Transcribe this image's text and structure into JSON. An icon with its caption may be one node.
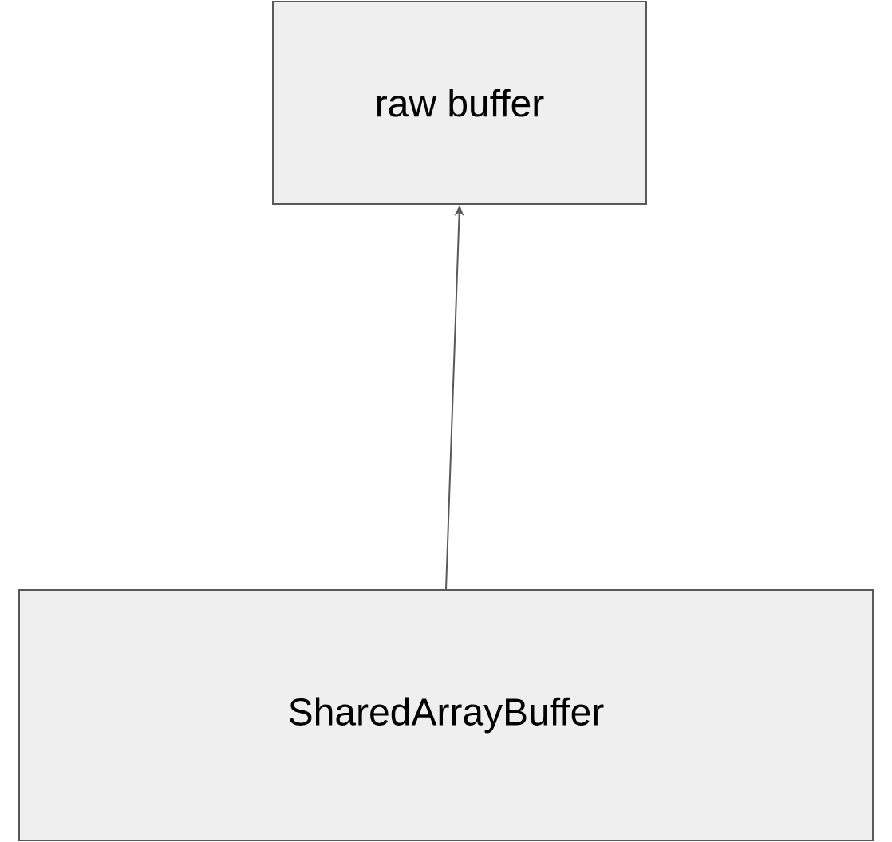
{
  "diagram": {
    "nodes": [
      {
        "text": [
          "raw buffer"
        ]
      },
      {
        "text": [
          "SharedArrayBuffer"
        ]
      }
    ],
    "edges": [
      {
        "from": 1,
        "to": 0,
        "arrow": "to"
      }
    ]
  }
}
